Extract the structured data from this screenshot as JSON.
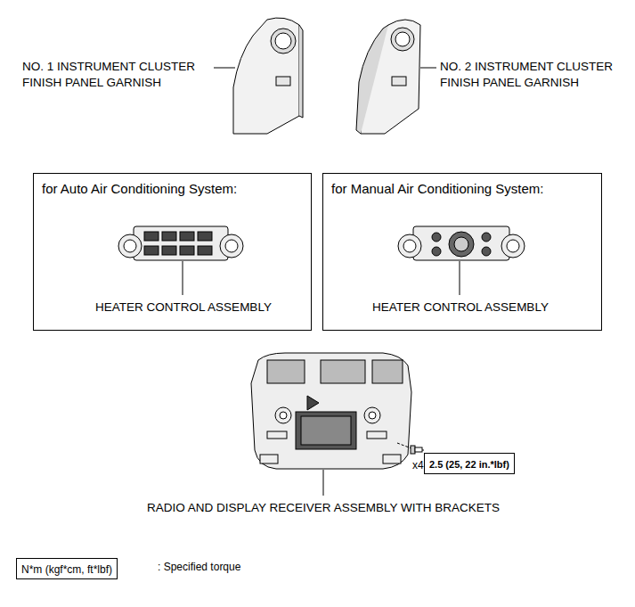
{
  "diagram": {
    "nodes": [
      {
        "text": [
          "for Auto Air Conditioning System:",
          "HEATER CONTROL ASSEMBLY"
        ]
      },
      {
        "text": [
          "for Manual Air Conditioning System:",
          "HEATER CONTROL ASSEMBLY"
        ]
      },
      {
        "text": [
          "2.5 (25, 22 in.*lbf)"
        ]
      },
      {
        "text": [
          "N*m (kgf*cm, ft*lbf)"
        ]
      }
    ],
    "labels": [
      "NO. 1 INSTRUMENT CLUSTER FINISH PANEL GARNISH",
      "NO. 2 INSTRUMENT CLUSTER FINISH PANEL GARNISH",
      "x4",
      "RADIO AND DISPLAY RECEIVER ASSEMBLY WITH BRACKETS",
      ": Specified torque"
    ]
  }
}
